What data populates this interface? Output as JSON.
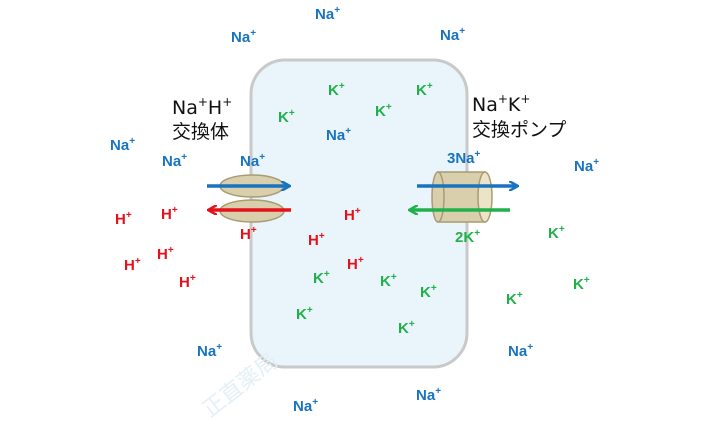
{
  "colors": {
    "na": "#1874bf",
    "k": "#22b04a",
    "h": "#e3121b",
    "cell_fill": "#e9f4fb",
    "cell_stroke": "#c9c9c9",
    "transporter_fill": "#d9cfad",
    "transporter_stroke": "#a89c72"
  },
  "labels": {
    "exchanger_line1_a": "Na",
    "exchanger_line1_sup_a": "+",
    "exchanger_line1_b": "H",
    "exchanger_line1_sup_b": "+",
    "exchanger_line2": "交換体",
    "pump_line1_a": "Na",
    "pump_line1_sup_a": "+",
    "pump_line1_b": "K",
    "pump_line1_sup_b": "+",
    "pump_line2": "交換ポンプ",
    "pump_na": "3Na",
    "pump_k": "2K",
    "watermark": "正直薬局"
  },
  "ions": {
    "na": "Na",
    "k": "K",
    "h": "H",
    "charge": "+"
  },
  "icons": {
    "exchanger": "antiporter-icon",
    "pump": "pump-cylinder-icon"
  }
}
